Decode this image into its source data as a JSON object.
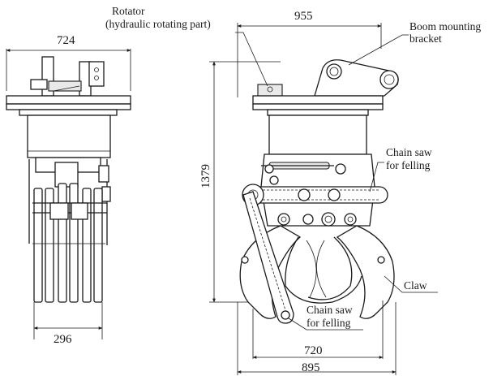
{
  "dimensions": {
    "side_top_width": "724",
    "side_bottom_width": "296",
    "front_top_width": "955",
    "front_height": "1379",
    "front_claw_inner_width": "720",
    "front_claw_outer_width": "895"
  },
  "labels": {
    "rotator_line1": "Rotator",
    "rotator_line2": "(hydraulic rotating part)",
    "boom_line1": "Boom mounting",
    "boom_line2": "bracket",
    "chainsaw_top_line1": "Chain saw",
    "chainsaw_top_line2": "for felling",
    "claw": "Claw",
    "chainsaw_bottom_line1": "Chain saw",
    "chainsaw_bottom_line2": "for felling"
  }
}
